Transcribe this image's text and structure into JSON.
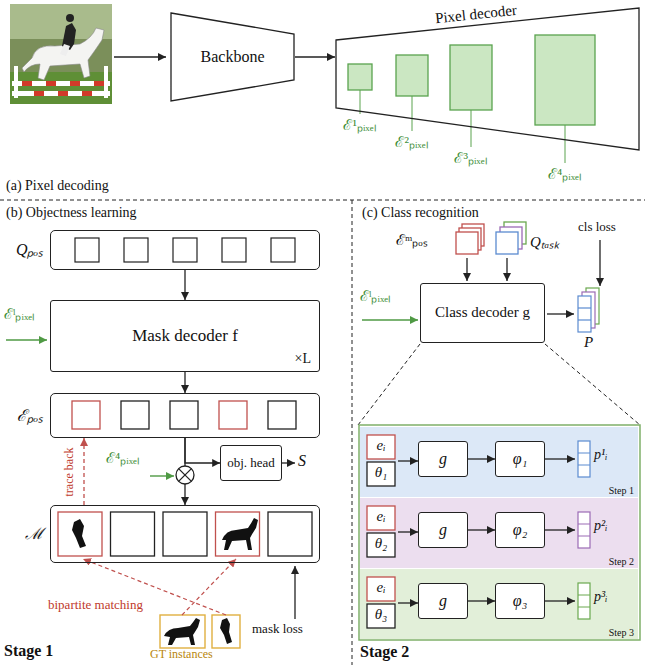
{
  "diagram": {
    "nodes": [
      {
        "text": [
          "Backbone"
        ]
      },
      {
        "text": [
          "Pixel decoder"
        ]
      },
      {
        "text": [
          "Qₚₒₛ"
        ]
      },
      {
        "text": [
          "Mask decoder f",
          "×L"
        ]
      },
      {
        "text": [
          "ℰₚₒₛ"
        ]
      },
      {
        "text": [
          "obj. head"
        ]
      },
      {
        "text": [
          "ℳ"
        ]
      },
      {
        "text": [
          "Class decoder g"
        ]
      },
      {
        "text": [
          "Step 1"
        ]
      },
      {
        "text": [
          "eᵢ",
          "θ₁"
        ],
        "in": 8
      },
      {
        "text": [
          "g"
        ],
        "in": 8
      },
      {
        "text": [
          "φ₁"
        ],
        "in": 8
      },
      {
        "text": [
          "Step 2"
        ]
      },
      {
        "text": [
          "eᵢ",
          "θ₂"
        ],
        "in": 12
      },
      {
        "text": [
          "g"
        ],
        "in": 12
      },
      {
        "text": [
          "φ₂"
        ],
        "in": 12
      },
      {
        "text": [
          "Step 3"
        ]
      },
      {
        "text": [
          "eᵢ",
          "θ₃"
        ],
        "in": 16
      },
      {
        "text": [
          "g"
        ],
        "in": 16
      },
      {
        "text": [
          "φ₃"
        ],
        "in": 16
      }
    ],
    "edges": [
      {
        "from": 0,
        "to": 1,
        "arrow": "to"
      },
      {
        "from": 2,
        "to": 3,
        "arrow": "to"
      },
      {
        "from": 3,
        "to": 4,
        "arrow": "to"
      },
      {
        "from": 4,
        "to": 5,
        "arrow": "to"
      },
      {
        "from": 4,
        "to": 6,
        "arrow": "to"
      },
      {
        "from": 6,
        "to": 4,
        "label": "trace back",
        "arrow": "to"
      },
      {
        "from": 9,
        "to": 10,
        "arrow": "to"
      },
      {
        "from": 10,
        "to": 11,
        "arrow": "to"
      },
      {
        "from": 13,
        "to": 14,
        "arrow": "to"
      },
      {
        "from": 14,
        "to": 15,
        "arrow": "to"
      },
      {
        "from": 17,
        "to": 18,
        "arrow": "to"
      },
      {
        "from": 18,
        "to": 19,
        "arrow": "to"
      }
    ],
    "labels": [
      "(a) Pixel decoding",
      "ℰ¹ₚᵢₓₑₗ",
      "ℰ²ₚᵢₓₑₗ",
      "ℰ³ₚᵢₓₑₗ",
      "ℰ⁴ₚᵢₓₑₗ",
      "(b) Objectness learning",
      "ℰˡₚᵢₓₑₗ",
      "ℰ⁴ₚᵢₓₑₗ",
      "S",
      "bipartite matching",
      "GT instances",
      "mask loss",
      "Stage 1",
      "(c) Class recognition",
      "ℰᵐₚₒₛ",
      "Qₜₐₛₖ",
      "cls loss",
      "ℰˡₚᵢₓₑₗ",
      "P",
      "p¹ᵢ",
      "p²ᵢ",
      "p³ᵢ",
      "Stage 2"
    ]
  }
}
